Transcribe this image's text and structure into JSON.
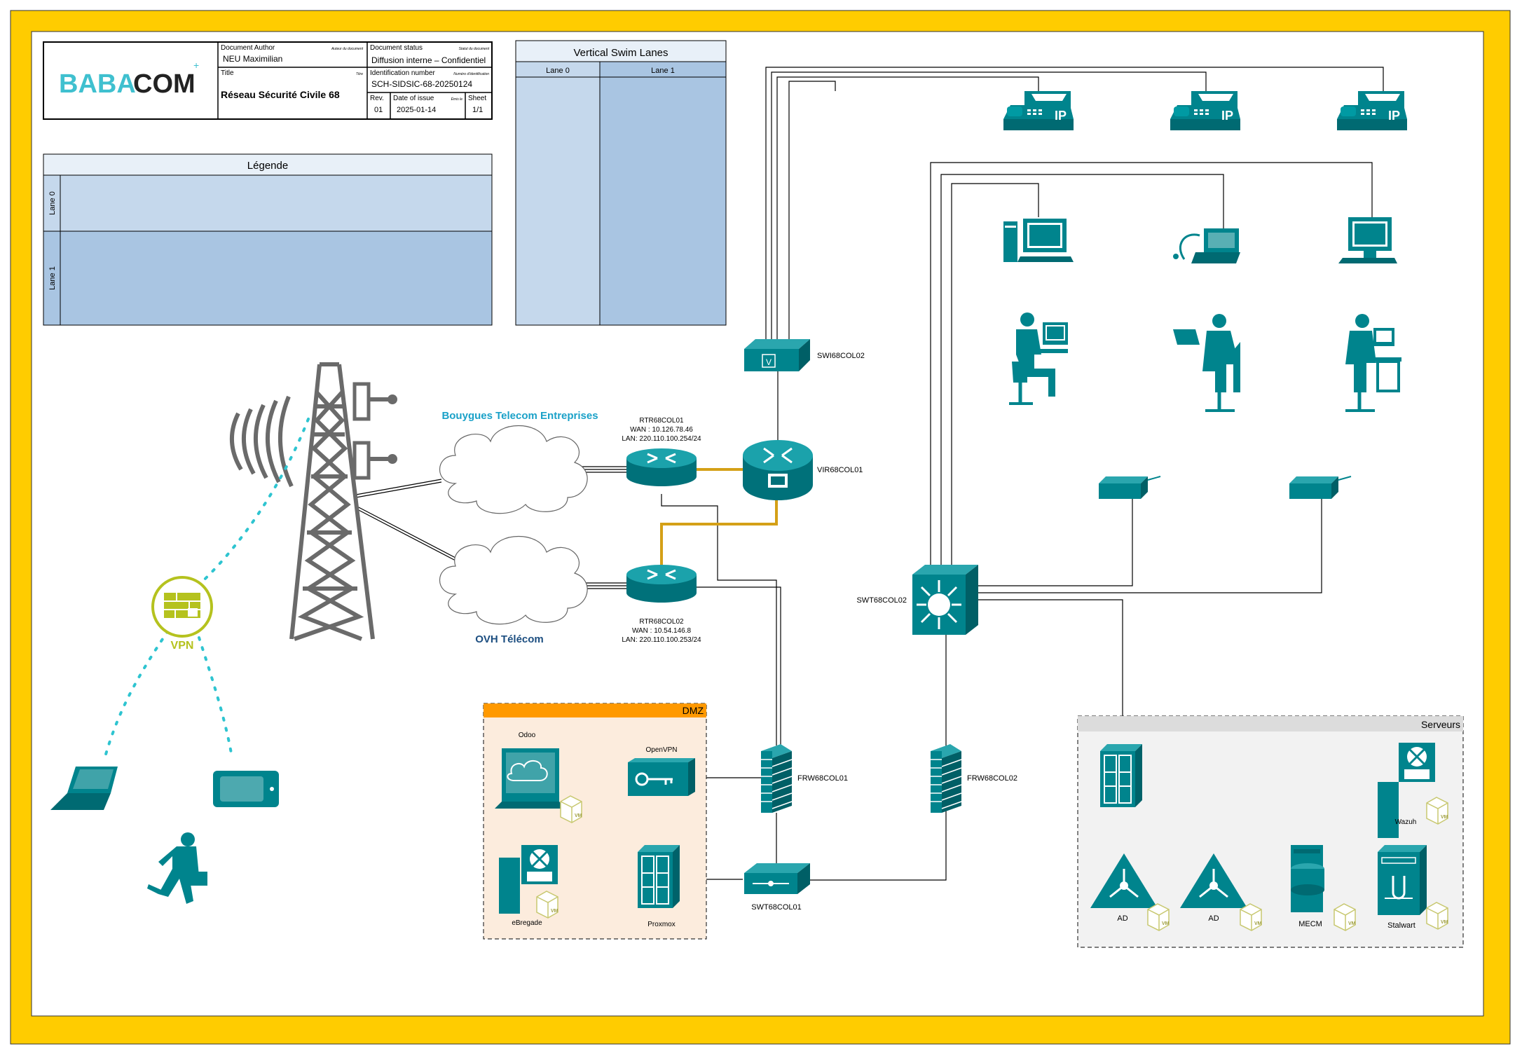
{
  "colors": {
    "frame": "#ffcc00",
    "teal": "#007e87",
    "lane": "#c5d8ec",
    "lane_dark": "#a9c5e2",
    "dmz_header": "#ff9900",
    "dmz_fill": "#fcecdd",
    "servers_fill": "#f2f2f2",
    "wan_link": "#d4a017",
    "cloud_label": "#1aa1c8",
    "vm_badge": "#c8c870"
  },
  "title_block": {
    "logo_text_a": "BABA",
    "logo_text_b": "COM",
    "author_label": "Document Author",
    "author_label_fr": "Auteur du document",
    "author_value": "NEU Maximilian",
    "status_label": "Document status",
    "status_label_fr": "Statut du document",
    "status_value": "Diffusion interne – Confidentiel",
    "title_label": "Title",
    "title_label_fr": "Titre",
    "title_value": "Réseau Sécurité Civile 68",
    "id_label": "Identification number",
    "id_label_fr": "Numéro d'identification",
    "id_value": "SCH-SIDSIC-68-20250124",
    "rev_label": "Rev.",
    "rev_value": "01",
    "date_label": "Date of issue",
    "date_label_fr": "Émis le",
    "date_value": "2025-01-14",
    "sheet_label": "Sheet",
    "sheet_value": "1/1"
  },
  "legend": {
    "title": "Légende",
    "lanes": [
      "Lane 0",
      "Lane 1"
    ]
  },
  "swimlanes": {
    "title": "Vertical Swim Lanes",
    "lanes": [
      "Lane 0",
      "Lane 1"
    ]
  },
  "clouds": {
    "bouygues": "Bouygues Telecom Entreprises",
    "ovh": "OVH Télécom"
  },
  "devices": {
    "rtr1": {
      "name": "RTR68COL01",
      "wan": "WAN : 10.126.78.46",
      "lan": "LAN: 220.110.100.254/24"
    },
    "rtr2": {
      "name": "RTR68COL02",
      "wan": "WAN : 10.54.146.8",
      "lan": "LAN: 220.110.100.253/24"
    },
    "vir": "VIR68COL01",
    "swi": "SWI68COL02",
    "swt02": "SWT68COL02",
    "swt01": "SWT68COL01",
    "frw01": "FRW68COL01",
    "frw02": "FRW68COL02",
    "vpn": "VPN"
  },
  "dmz": {
    "title": "DMZ",
    "items": {
      "odoo": "Odoo",
      "openvpn": "OpenVPN",
      "ebregade": "eBregade",
      "proxmox": "Proxmox"
    }
  },
  "servers": {
    "title": "Serveurs",
    "items": {
      "wazuh": "Wazuh",
      "ad1": "AD",
      "ad2": "AD",
      "mecm": "MECM",
      "stalwart": "Stalwart"
    }
  },
  "vm_badge_text": "VM",
  "ip_phone_text": "IP"
}
